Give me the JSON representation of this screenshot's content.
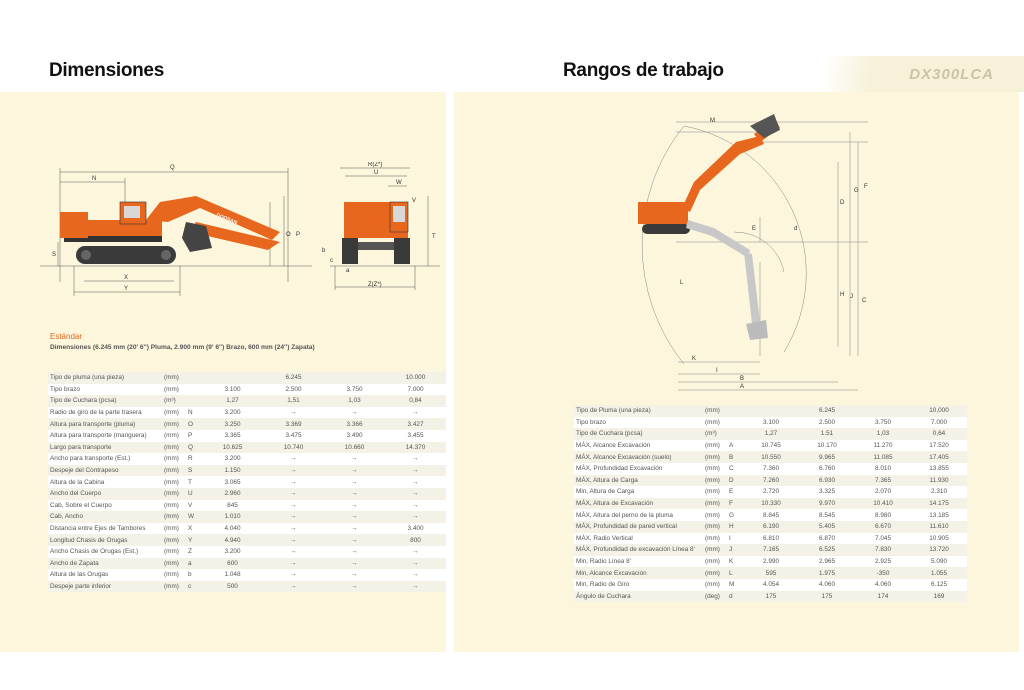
{
  "left": {
    "title": "Dimensiones",
    "standard_heading": "Estándar",
    "standard_sub": "Dimensiones (6.245 mm (20' 6'') Pluma, 2.900 mm (9' 6'') Brazo, 600 mm (24'') Zapata)",
    "rows": [
      {
        "label": "Tipo de pluma (una pieza)",
        "unit": "(mm)",
        "code": "",
        "span": "6.245",
        "vals": [
          "",
          "",
          "",
          ""
        ],
        "last": "10.000"
      },
      {
        "label": "Tipo brazo",
        "unit": "(mm)",
        "code": "",
        "vals": [
          "3.100",
          "2.500",
          "3.750",
          "7.000"
        ]
      },
      {
        "label": "Tipo de Cuchara (pcsa)",
        "unit": "(m³)",
        "code": "",
        "vals": [
          "1,27",
          "1,51",
          "1,03",
          "0,84"
        ]
      },
      {
        "label": "Radio de giro de la parte trasera",
        "unit": "(mm)",
        "code": "N",
        "vals": [
          "3.200",
          "→",
          "→",
          "→"
        ]
      },
      {
        "label": "Altura para transporte (pluma)",
        "unit": "(mm)",
        "code": "O",
        "vals": [
          "3.250",
          "3.369",
          "3.366",
          "3.427"
        ]
      },
      {
        "label": "Altura para transporte (manguera)",
        "unit": "(mm)",
        "code": "P",
        "vals": [
          "3.365",
          "3.475",
          "3.490",
          "3.455"
        ]
      },
      {
        "label": "Largo para transporte",
        "unit": "(mm)",
        "code": "Q",
        "vals": [
          "10.625",
          "10.740",
          "10.660",
          "14.370"
        ]
      },
      {
        "label": "Ancho para transporte (Est.)",
        "unit": "(mm)",
        "code": "R",
        "vals": [
          "3.200",
          "→",
          "→",
          "→"
        ]
      },
      {
        "label": "Despeje del Contrapeso",
        "unit": "(mm)",
        "code": "S",
        "vals": [
          "1.150",
          "→",
          "→",
          "→"
        ]
      },
      {
        "label": "Altura de la Cabina",
        "unit": "(mm)",
        "code": "T",
        "vals": [
          "3.065",
          "→",
          "→",
          "→"
        ]
      },
      {
        "label": "Ancho del Cuerpo",
        "unit": "(mm)",
        "code": "U",
        "vals": [
          "2.960",
          "→",
          "→",
          "→"
        ]
      },
      {
        "label": "Cab, Sobre el Cuerpo",
        "unit": "(mm)",
        "code": "V",
        "vals": [
          "845",
          "→",
          "→",
          "→"
        ]
      },
      {
        "label": "Cab, Ancho",
        "unit": "(mm)",
        "code": "W",
        "vals": [
          "1.010",
          "→",
          "→",
          "→"
        ]
      },
      {
        "label": "Distancia entre Ejes de Tambores",
        "unit": "(mm)",
        "code": "X",
        "vals": [
          "4.040",
          "→",
          "→",
          "3.400"
        ]
      },
      {
        "label": "Longitud Chasis de Orugas",
        "unit": "(mm)",
        "code": "Y",
        "vals": [
          "4.940",
          "→",
          "→",
          "800"
        ]
      },
      {
        "label": "Ancho Chasis de Orugas (Est,)",
        "unit": "(mm)",
        "code": "Z",
        "vals": [
          "3.200",
          "→",
          "→",
          "→"
        ]
      },
      {
        "label": "Ancho de Zapata",
        "unit": "(mm)",
        "code": "a",
        "vals": [
          "600",
          "→",
          "→",
          "→"
        ]
      },
      {
        "label": "Altura de las Orugas",
        "unit": "(mm)",
        "code": "b",
        "vals": [
          "1.048",
          "→",
          "→",
          "→"
        ]
      },
      {
        "label": "Despeje parte inferior",
        "unit": "(mm)",
        "code": "c",
        "vals": [
          "500",
          "→",
          "→",
          "→"
        ]
      }
    ],
    "diagram_labels": {
      "Q": "Q",
      "N": "N",
      "O": "O",
      "P": "P",
      "S": "S",
      "X": "X",
      "Y": "Y",
      "R": "R(Z*)",
      "U": "U",
      "W": "W",
      "V": "V",
      "T": "T",
      "b": "b",
      "c": "c",
      "a": "a",
      "Z": "Z(Z*)",
      "brand": "DOOSAN"
    }
  },
  "right": {
    "title": "Rangos de trabajo",
    "logo": "DX300LCA",
    "rows": [
      {
        "label": "Tipo de Pluma (una pieza)",
        "unit": "(mm)",
        "code": "",
        "span": "6.245",
        "vals": [
          "",
          "",
          "",
          ""
        ],
        "last": "10,000"
      },
      {
        "label": "Tipo brazo",
        "unit": "(mm)",
        "code": "",
        "vals": [
          "3.100",
          "2.500",
          "3.750",
          "7.000"
        ]
      },
      {
        "label": "Tipo de Cuchara (pcsa)",
        "unit": "(m³)",
        "code": "",
        "vals": [
          "1,27",
          "1.51",
          "1,03",
          "0,64"
        ]
      },
      {
        "label": "MÁX, Alcance Excavación",
        "unit": "(mm)",
        "code": "A",
        "vals": [
          "10.745",
          "10.170",
          "11.270",
          "17.520"
        ]
      },
      {
        "label": "MÁX, Alcance Excavación (suelo)",
        "unit": "(mm)",
        "code": "B",
        "vals": [
          "10.550",
          "9.965",
          "11.085",
          "17.405"
        ]
      },
      {
        "label": "MÁX, Profundidad Excavación",
        "unit": "(mm)",
        "code": "C",
        "vals": [
          "7.360",
          "6.760",
          "8.010",
          "13.855"
        ]
      },
      {
        "label": "MÁX, Altura de Carga",
        "unit": "(mm)",
        "code": "D",
        "vals": [
          "7.260",
          "6.930",
          "7.365",
          "11.930"
        ]
      },
      {
        "label": "Min, Altura de Carga",
        "unit": "(mm)",
        "code": "E",
        "vals": [
          "2.720",
          "3.325",
          "2.070",
          "2.310"
        ]
      },
      {
        "label": "MÁX, Altura de Excavación",
        "unit": "(mm)",
        "code": "F",
        "vals": [
          "10.330",
          "9.970",
          "10.410",
          "14.175"
        ]
      },
      {
        "label": "MÁX, Altura del perno de la pluma",
        "unit": "(mm)",
        "code": "G",
        "vals": [
          "8.845",
          "8.545",
          "8.980",
          "13.185"
        ]
      },
      {
        "label": "MÁX, Profundidad de pared vertical",
        "unit": "(mm)",
        "code": "H",
        "vals": [
          "6.190",
          "5.405",
          "6.670",
          "11.610"
        ]
      },
      {
        "label": "MÁX, Radio Vertical",
        "unit": "(mm)",
        "code": "I",
        "vals": [
          "6.810",
          "6.870",
          "7.045",
          "10.905"
        ]
      },
      {
        "label": "MÁX, Profundidad de excavación Línea 8'",
        "unit": "(mm)",
        "code": "J",
        "vals": [
          "7.165",
          "6.525",
          "7.830",
          "13.720"
        ]
      },
      {
        "label": "Min, Radio Línea 8'",
        "unit": "(mm)",
        "code": "K",
        "vals": [
          "2.990",
          "2.965",
          "2.925",
          "5.090"
        ]
      },
      {
        "label": "Min, Alcance Excavación",
        "unit": "(mm)",
        "code": "L",
        "vals": [
          "595",
          "1.975",
          "-350",
          "1.055"
        ]
      },
      {
        "label": "Min, Radio de Giro",
        "unit": "(mm)",
        "code": "M",
        "vals": [
          "4.054",
          "4.060",
          "4.060",
          "6.125"
        ]
      },
      {
        "label": "Ángulo de Cuchara",
        "unit": "(deg)",
        "code": "d",
        "vals": [
          "175",
          "175",
          "174",
          "169"
        ]
      }
    ],
    "diagram_labels": {
      "M": "M",
      "G": "G",
      "F": "F",
      "D": "D",
      "E": "E",
      "d": "d",
      "H": "H",
      "J": "J",
      "C": "C",
      "L": "L",
      "K": "K",
      "I": "I",
      "B": "B",
      "A": "A"
    }
  },
  "colors": {
    "orange": "#e8671e",
    "panel": "#fbf6dc",
    "track": "#3a3a3a"
  }
}
